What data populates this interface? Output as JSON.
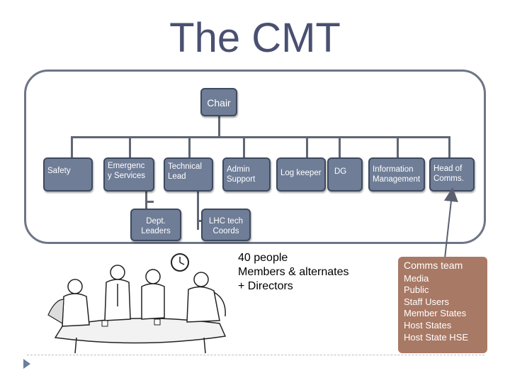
{
  "title": "The CMT",
  "org_chart": {
    "chair": "Chair",
    "members": [
      "Safety",
      "Emergenc y Services",
      "Technical Lead",
      "Admin Support",
      "Log keeper",
      "DG",
      "Information Management",
      "Head of Comms."
    ],
    "sub_nodes": [
      "Dept. Leaders",
      "LHC tech Coords"
    ]
  },
  "people_text": [
    "40 people",
    "Members & alternates",
    "+ Directors"
  ],
  "comms_team": {
    "heading": "Comms team",
    "items": [
      "Media",
      "Public",
      "Staff Users",
      "Member States",
      "Host States",
      "Host State HSE"
    ]
  },
  "colors": {
    "node_fill": "#6f7d97",
    "comms_fill": "#a87965",
    "title": "#4a5070"
  }
}
